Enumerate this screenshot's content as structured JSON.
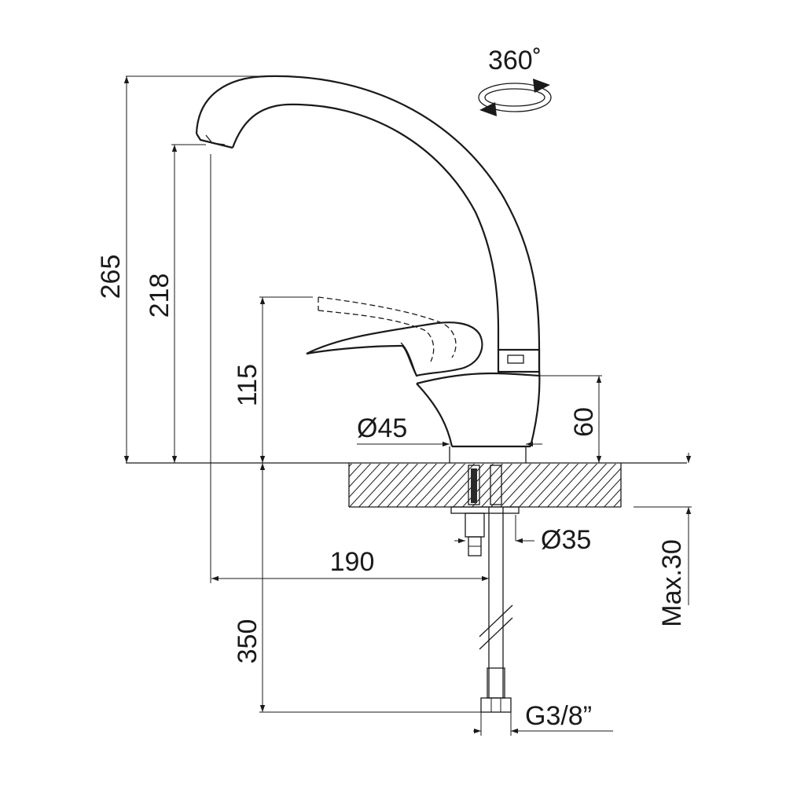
{
  "rotation": {
    "label": "360˚"
  },
  "dimensions": {
    "total_height": "265",
    "spout_height": "218",
    "lever_height": "115",
    "body_height": "60",
    "base_diameter": "Ø45",
    "hole_diameter": "Ø35",
    "spout_reach": "190",
    "hose_length": "350",
    "max_deck_thickness": "Max.30",
    "connection_thread": "G3/8”"
  }
}
